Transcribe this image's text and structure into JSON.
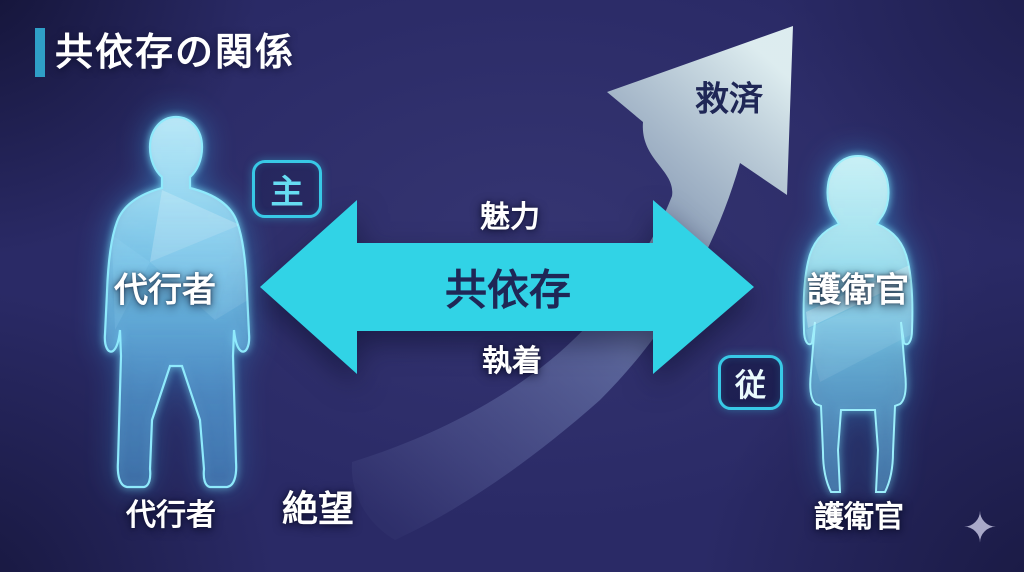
{
  "header": {
    "title": "共依存の関係"
  },
  "figures": {
    "left": {
      "overlay_label": "代行者",
      "caption": "代行者",
      "badge": "主"
    },
    "right": {
      "overlay_label": "護衛官",
      "caption": "護衛官",
      "badge": "従"
    }
  },
  "codependency_arrow": {
    "center_label": "共依存",
    "top_label": "魅力",
    "bottom_label": "執着"
  },
  "growth_arrow": {
    "start_label": "絶望",
    "end_label": "救済"
  },
  "decorations": {
    "sparkle_icon": "✦"
  },
  "colors": {
    "background": "#2a2a66",
    "title_accent": "#2f9fc7",
    "arrow_cyan": "#31d3e6",
    "arrow_label_navy": "#1f2756",
    "badge_border": "#38c9e6",
    "badge_text_primary": "#66dcf2",
    "badge_text_secondary": "#eafafd",
    "figure_glow": "#8feafc",
    "growth_arrow_light": "#e6f6f6",
    "sparkle": "#a9a9c9",
    "text_white": "#ffffff"
  }
}
